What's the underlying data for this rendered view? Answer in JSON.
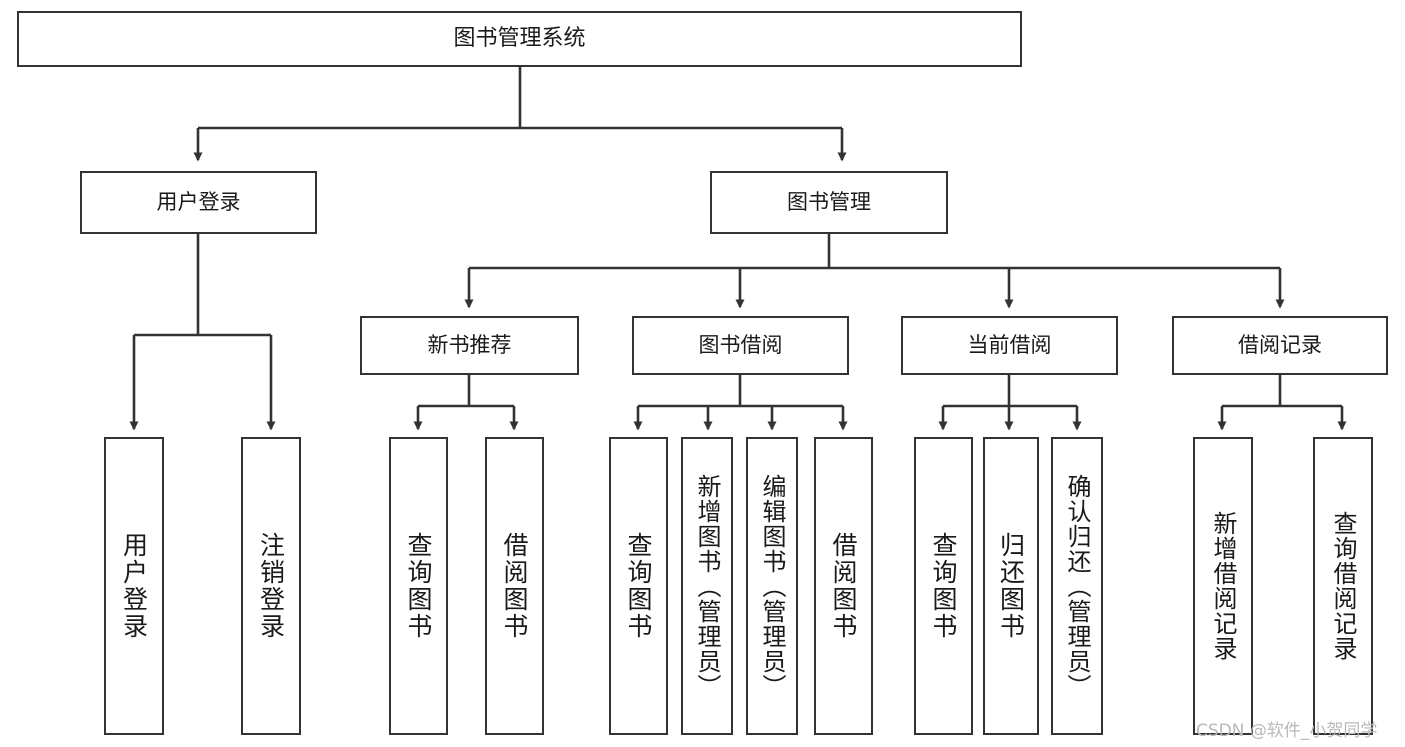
{
  "diagram": {
    "title": "图书管理系统",
    "type": "tree-hierarchy",
    "watermark": "CSDN @软件_小贺同学",
    "colors": {
      "box_border": "#333333",
      "box_fill": "#ffffff",
      "connector": "#333333",
      "text": "#1a1a1a",
      "watermark": "#b9b9b9",
      "background": "#ffffff"
    }
  },
  "nodes": {
    "root": {
      "label": "图书管理系统"
    },
    "level1": [
      {
        "label": "用户登录"
      },
      {
        "label": "图书管理"
      }
    ],
    "level2": [
      {
        "label": "新书推荐"
      },
      {
        "label": "图书借阅"
      },
      {
        "label": "当前借阅"
      },
      {
        "label": "借阅记录"
      }
    ],
    "leaves": {
      "user_login": [
        {
          "label": "用户登录"
        },
        {
          "label": "注销登录"
        }
      ],
      "new_book_recommend": [
        {
          "label": "查询图书"
        },
        {
          "label": "借阅图书"
        }
      ],
      "book_borrow": [
        {
          "label": "查询图书"
        },
        {
          "label": "新增图书（管理员）"
        },
        {
          "label": "编辑图书（管理员）"
        },
        {
          "label": "借阅图书"
        }
      ],
      "current_borrow": [
        {
          "label": "查询图书"
        },
        {
          "label": "归还图书"
        },
        {
          "label": "确认归还（管理员）"
        }
      ],
      "borrow_record": [
        {
          "label": "新增借阅记录"
        },
        {
          "label": "查询借阅记录"
        }
      ]
    }
  }
}
